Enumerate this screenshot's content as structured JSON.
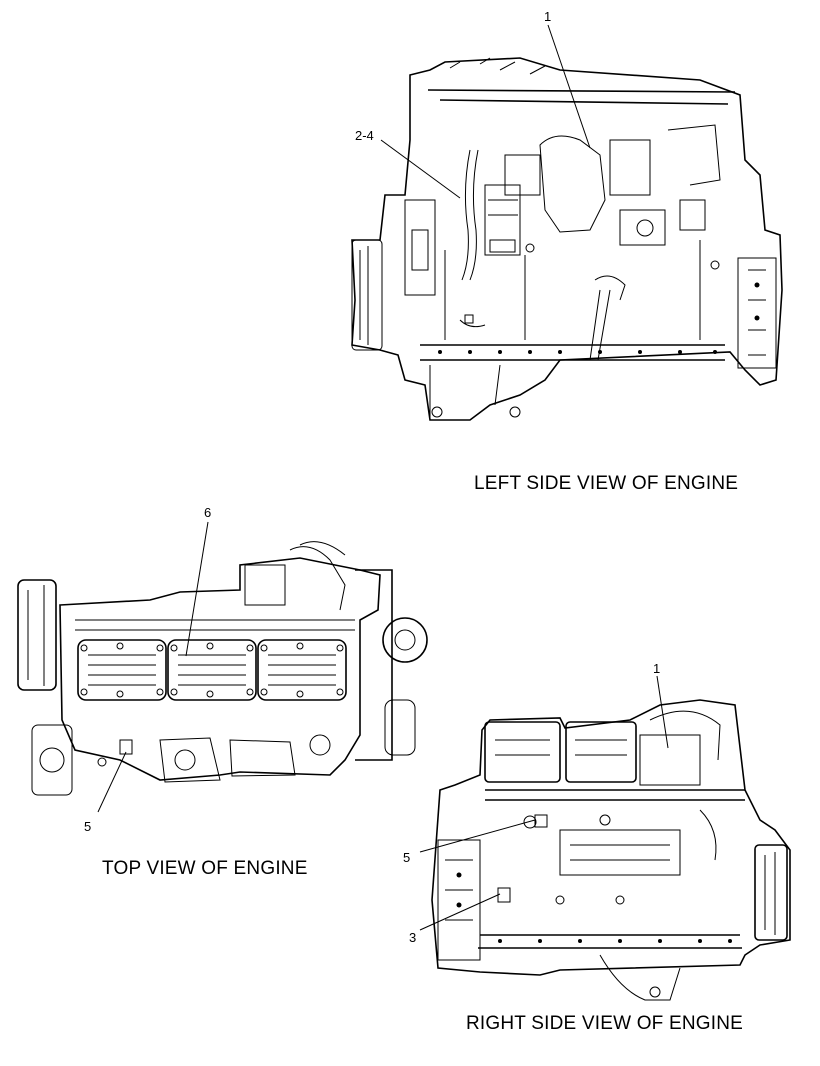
{
  "views": {
    "left": {
      "caption": "LEFT SIDE VIEW OF ENGINE",
      "callouts": [
        "1",
        "2-4"
      ]
    },
    "top": {
      "caption": "TOP VIEW OF ENGINE",
      "callouts": [
        "6",
        "5"
      ]
    },
    "right": {
      "caption": "RIGHT SIDE VIEW OF ENGINE",
      "callouts": [
        "1",
        "5",
        "3"
      ]
    }
  }
}
